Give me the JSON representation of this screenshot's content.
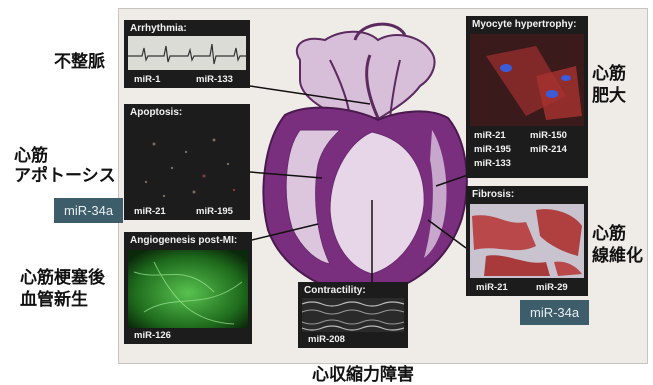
{
  "panels": {
    "arrhythmia": {
      "title": "Arrhythmia:",
      "mirs": [
        "miR-1",
        "miR-133"
      ]
    },
    "apoptosis": {
      "title": "Apoptosis:",
      "mirs": [
        "miR-21",
        "miR-195"
      ]
    },
    "angiogenesis": {
      "title": "Angiogenesis post-MI:",
      "mirs": [
        "miR-126"
      ]
    },
    "contractility": {
      "title": "Contractility:",
      "mirs": [
        "miR-208"
      ]
    },
    "hypertrophy": {
      "title": "Myocyte hypertrophy:",
      "mirs": [
        "miR-21",
        "miR-150",
        "miR-195",
        "miR-214",
        "miR-133"
      ]
    },
    "fibrosis": {
      "title": "Fibrosis:",
      "mirs": [
        "miR-21",
        "miR-29"
      ]
    }
  },
  "labels": {
    "arrhythmia_jp": "不整脈",
    "apoptosis_jp_1": "心筋",
    "apoptosis_jp_2": "アポトーシス",
    "angiogenesis_jp_1": "心筋梗塞後",
    "angiogenesis_jp_2": "血管新生",
    "contractility_jp": "心収縮力障害",
    "hypertrophy_jp_1": "心筋",
    "hypertrophy_jp_2": "肥大",
    "fibrosis_jp_1": "心筋",
    "fibrosis_jp_2": "線維化"
  },
  "tags": {
    "apoptosis_tag": "miR-34a",
    "fibrosis_tag": "miR-34a"
  },
  "colors": {
    "heart_muscle": "#7a2f7e",
    "heart_light": "#c9a3cc",
    "panel_bg": "#1c1c1c",
    "tag_bg": "#3e5d6b",
    "fibrosis_red": "#b8484a",
    "angiogenesis_green": "#3fae3a"
  }
}
